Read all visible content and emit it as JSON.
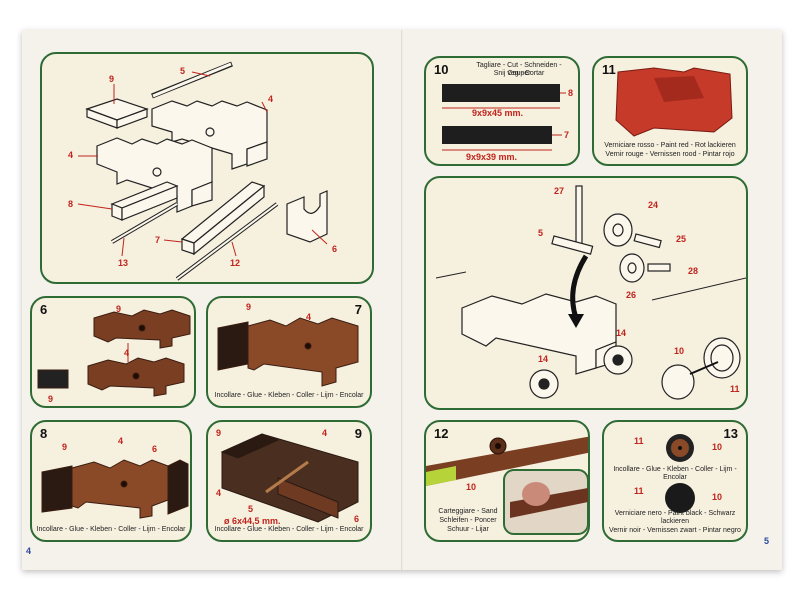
{
  "pages": {
    "left_number": "4",
    "right_number": "5"
  },
  "panels": {
    "p_main": {
      "labels": {
        "a": "9",
        "b": "5",
        "c": "4",
        "d": "4",
        "e": "8",
        "f": "7",
        "g": "13",
        "h": "12",
        "i": "6"
      }
    },
    "p6": {
      "number": "6",
      "labels": {
        "a": "9",
        "b": "4",
        "c": "9"
      }
    },
    "p7": {
      "number": "7",
      "labels": {
        "a": "9",
        "b": "4"
      },
      "caption": "Incollare - Glue - Kleben - Coller - Lijm - Encolar"
    },
    "p8": {
      "number": "8",
      "labels": {
        "a": "9",
        "b": "4",
        "c": "6"
      },
      "caption": "Incollare - Glue - Kleben - Coller - Lijm - Encolar"
    },
    "p9": {
      "number": "9",
      "labels": {
        "a": "9",
        "b": "4",
        "c": "4",
        "d": "5",
        "e": "6"
      },
      "dimension": "ø 6x44,5 mm.",
      "caption": "Incollare - Glue - Kleben - Coller - Lijm - Encolar"
    },
    "p10": {
      "number": "10",
      "caption_top_1": "Tagliare - Cut - Schneiden - Couper",
      "caption_top_2": "Snij veg - Cortar",
      "dim_1": "9x9x45 mm.",
      "dim_2": "9x9x39 mm.",
      "labels": {
        "a": "8",
        "b": "7"
      }
    },
    "p11": {
      "number": "11",
      "caption_1": "Verniciare rosso - Paint red - Rot lackieren",
      "caption_2": "Vernir rouge - Vernissen rood - Pintar rojo"
    },
    "p_big": {
      "labels": {
        "a": "27",
        "b": "24",
        "c": "5",
        "d": "25",
        "e": "28",
        "f": "26",
        "g": "14",
        "h": "14",
        "i": "10",
        "j": "11"
      }
    },
    "p12": {
      "number": "12",
      "labels": {
        "a": "10"
      },
      "caption_1": "Carteggiare - Sand",
      "caption_2": "Schleifen - Poncer",
      "caption_3": "Schuur - Lijar"
    },
    "p13": {
      "number": "13",
      "labels": {
        "a": "11",
        "b": "10",
        "c": "11",
        "d": "10"
      },
      "caption_1": "Incollare - Glue - Kleben - Coller - Lijm - Encolar",
      "caption_2": "Verniciare nero - Paint black - Schwarz lackieren",
      "caption_3": "Vernir noir - Vernissen zwart - Pintar negro"
    }
  },
  "colors": {
    "frame": "#2f6b35",
    "label": "#c0241c",
    "wood": "#7a3e22",
    "red_paint": "#c63a2a",
    "panel_bg": "#f6f0df"
  }
}
